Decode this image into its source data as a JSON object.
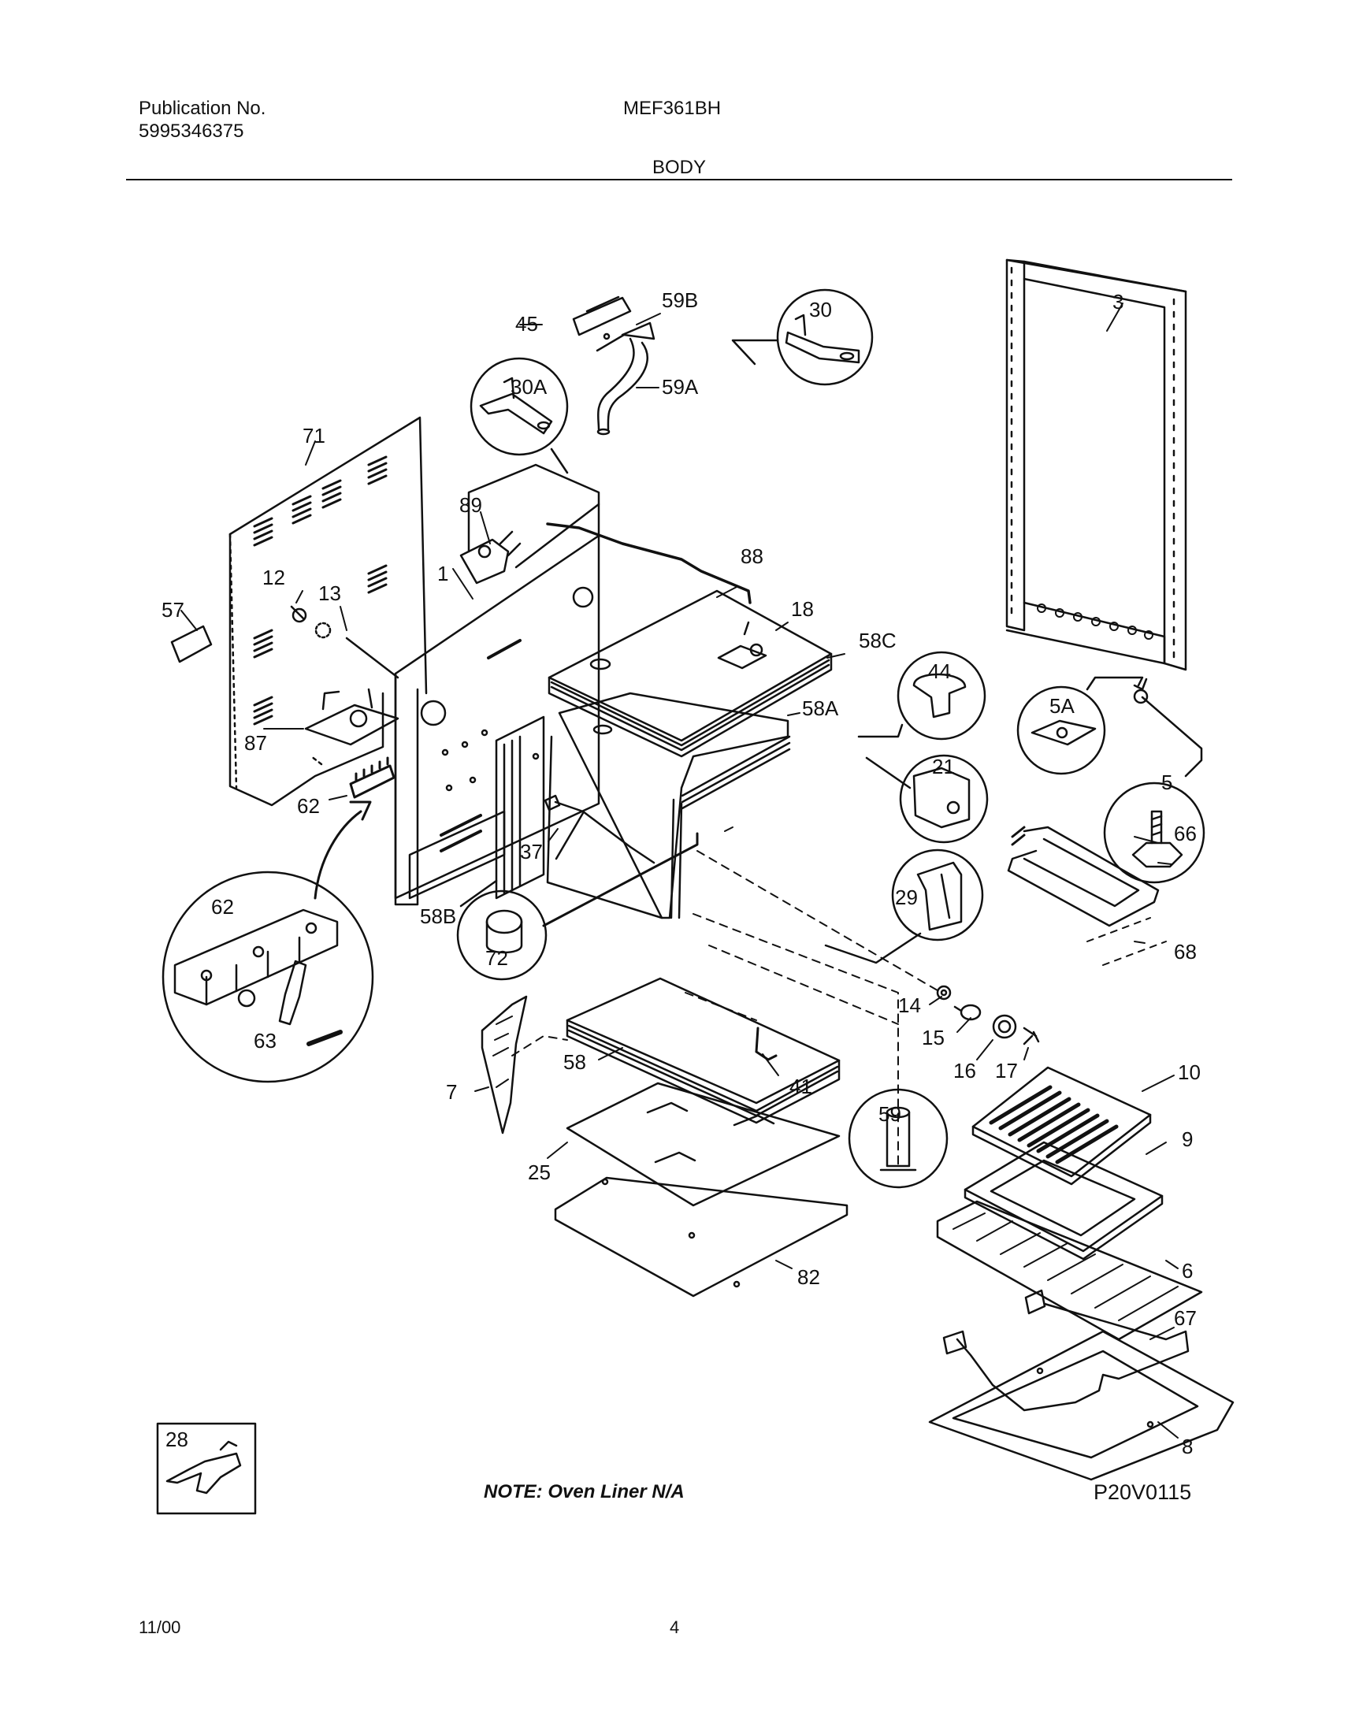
{
  "header": {
    "publication_label": "Publication No.",
    "publication_number": "5995346375",
    "model": "MEF361BH",
    "section_title": "BODY"
  },
  "callouts": {
    "c3": "3",
    "c1": "1",
    "c12": "12",
    "c13": "13",
    "c57": "57",
    "c71": "71",
    "c87": "87",
    "c62": "62",
    "c62b": "62",
    "c63": "63",
    "c45": "45",
    "c59B": "59B",
    "c59A": "59A",
    "c30A": "30A",
    "c30": "30",
    "c89": "89",
    "c88": "88",
    "c18": "18",
    "c58C": "58C",
    "c58A": "58A",
    "c44": "44",
    "c21": "21",
    "c5A": "5A",
    "c5": "5",
    "c66": "66",
    "c68": "68",
    "c37": "37",
    "c58B": "58B",
    "c72": "72",
    "c29": "29",
    "c14": "14",
    "c15": "15",
    "c16": "16",
    "c17": "17",
    "c10": "10",
    "c9": "9",
    "c6": "6",
    "c67": "67",
    "c8": "8",
    "c7": "7",
    "c58": "58",
    "c41": "41",
    "c25": "25",
    "c82": "82",
    "c59": "59",
    "c28": "28"
  },
  "note": "NOTE:  Oven Liner N/A",
  "diagram_id": "P20V0115",
  "footer": {
    "date": "11/00",
    "page": "4"
  }
}
